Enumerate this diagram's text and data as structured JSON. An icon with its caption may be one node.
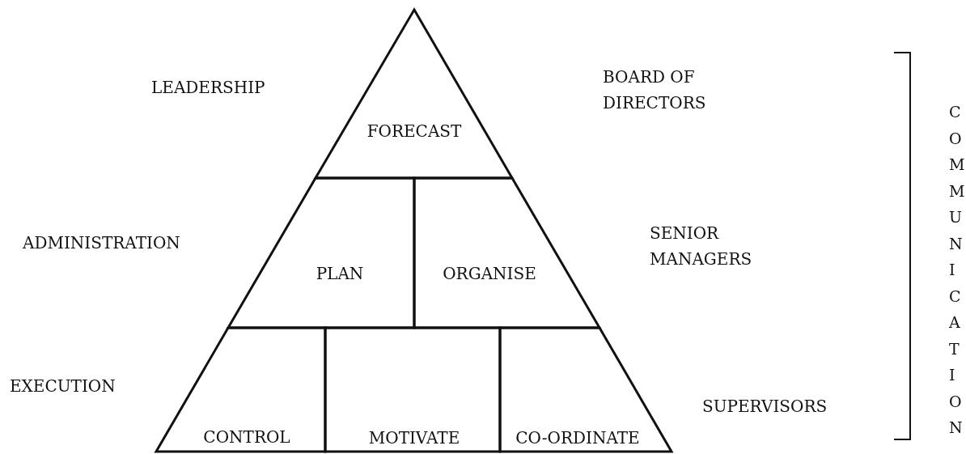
{
  "diagram": {
    "nodes": [
      {
        "text": [
          "FORECAST"
        ]
      },
      {
        "text": [
          "PLAN"
        ]
      },
      {
        "text": [
          "ORGANISE"
        ]
      },
      {
        "text": [
          "CONTROL"
        ]
      },
      {
        "text": [
          "MOTIVATE"
        ]
      },
      {
        "text": [
          "CO-ORDINATE"
        ]
      }
    ],
    "labels": [
      "LEADERSHIP",
      "BOARD OF DIRECTORS",
      "COMMUNICATION",
      "ADMINISTRATION",
      "SENIOR MANAGERS",
      "EXECUTION",
      "SUPERVISORS"
    ]
  }
}
